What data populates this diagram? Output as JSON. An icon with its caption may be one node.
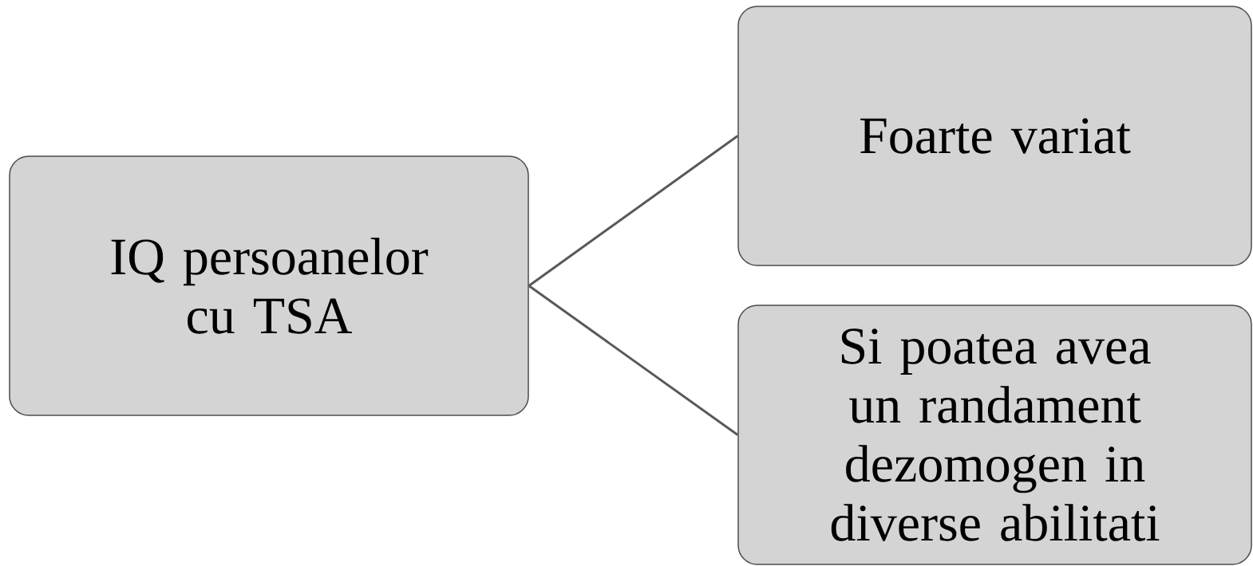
{
  "diagram": {
    "nodes": [
      {
        "text": [
          "IQ persoanelor cu TSA"
        ]
      },
      {
        "text": [
          "Foarte variat"
        ]
      },
      {
        "text": [
          "Si poatea avea un randament dezomogen in diverse abilitati"
        ]
      }
    ],
    "edges": [
      {
        "from": 0,
        "to": 1,
        "arrow": "none"
      },
      {
        "from": 0,
        "to": 2,
        "arrow": "none"
      }
    ]
  }
}
